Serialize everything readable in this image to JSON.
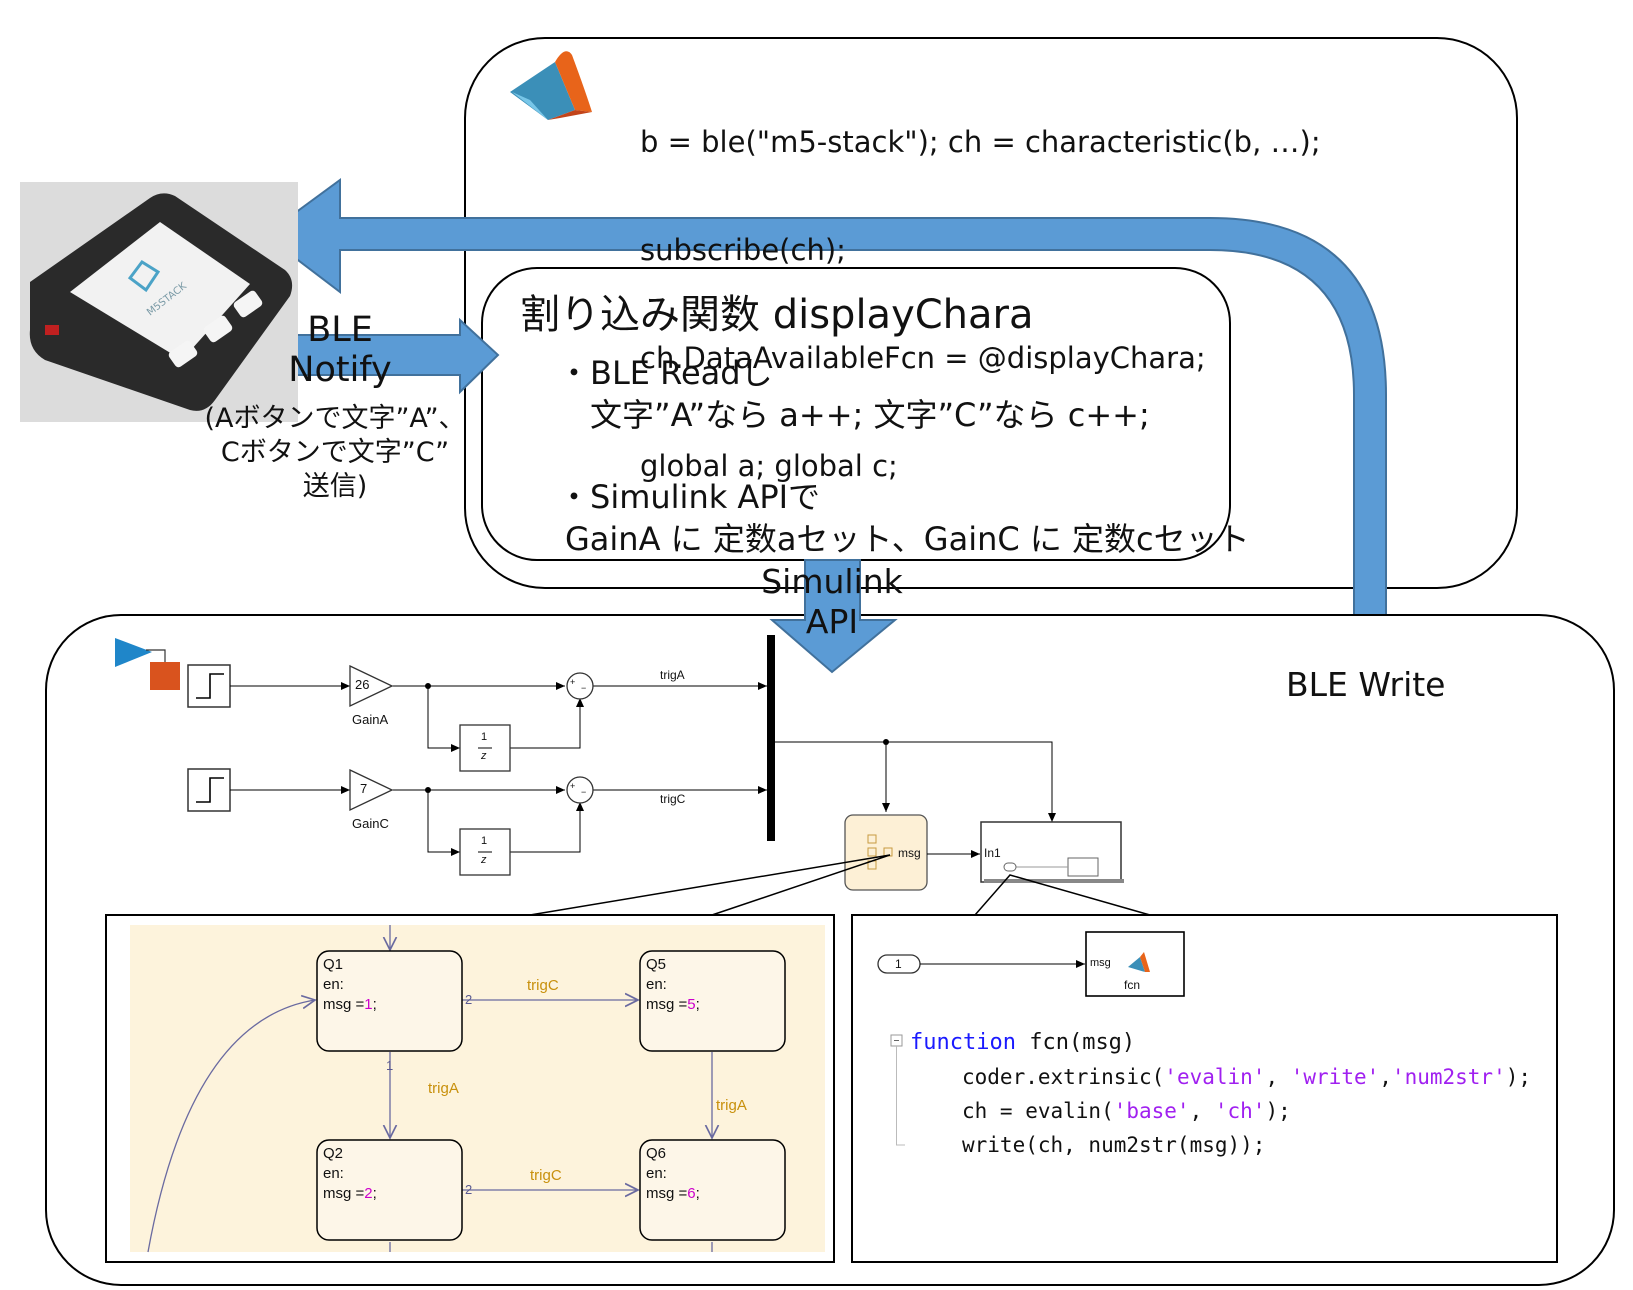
{
  "matlab_code": {
    "lines": [
      "b = ble(\"m5-stack\"); ch = characteristic(b, …);",
      "subscribe(ch);",
      "ch.DataAvailableFcn = @displayChara;",
      "global a; global c;"
    ]
  },
  "interrupt": {
    "title": "割り込み関数 displayChara",
    "bullet1_line1": "・BLE Readし",
    "bullet1_line2": "文字”A”なら a++; 文字”C”なら c++;",
    "bullet2_line1": "・Simulink APIで",
    "bullet2_line2": "GainA に 定数aセット、GainC に 定数cセット"
  },
  "arrows": {
    "ble_notify_line1": "BLE",
    "ble_notify_line2": "Notify",
    "ble_notify_note1": "(Aボタンで文字”A”、",
    "ble_notify_note2": "Cボタンで文字”C”",
    "ble_notify_note3": "送信)",
    "simulink_api_line1": "Simulink",
    "simulink_api_line2": "API",
    "ble_write": "BLE Write"
  },
  "device": {
    "logo_text": "M5STACK"
  },
  "simulink": {
    "gainA_value": "26",
    "gainA_name": "GainA",
    "gainC_value": "7",
    "gainC_name": "GainC",
    "delay_num": "1",
    "delay_den": "z",
    "sum_plus": "+",
    "sum_minus": "−",
    "trigA": "trigA",
    "trigC": "trigC",
    "chart_port": "msg",
    "subsystem_port": "In1"
  },
  "stateflow": {
    "states": [
      {
        "name": "Q1",
        "entry": "en:",
        "action_prefix": "msg =",
        "value": "1",
        "suffix": ";"
      },
      {
        "name": "Q5",
        "entry": "en:",
        "action_prefix": "msg =",
        "value": "5",
        "suffix": ";"
      },
      {
        "name": "Q2",
        "entry": "en:",
        "action_prefix": "msg =",
        "value": "2",
        "suffix": ";"
      },
      {
        "name": "Q6",
        "entry": "en:",
        "action_prefix": "msg =",
        "value": "6",
        "suffix": ";"
      }
    ],
    "transitions": {
      "q1_q5_label": "trigC",
      "q1_q5_order": "2",
      "q1_q2_label": "trigA",
      "q1_q2_order": "1",
      "q5_q6_label": "trigA",
      "q2_q6_label": "trigC",
      "q2_q6_order": "2"
    },
    "colors": {
      "chart_bg": "#fdf3dc",
      "state_fill": "#fdf6e8",
      "label": "#c8900c",
      "value": "#cc00cc"
    }
  },
  "fcn_block": {
    "inport_number": "1",
    "port_label": "msg",
    "block_name": "fcn",
    "code": {
      "line1_kw": "function",
      "line1_rest": " fcn(msg)",
      "line2_pre": "coder.extrinsic(",
      "line2_s1": "'evalin'",
      "line2_sep1": ", ",
      "line2_s2": "'write'",
      "line2_sep2": ",",
      "line2_s3": "'num2str'",
      "line2_end": ");",
      "line3_pre": "ch = evalin(",
      "line3_s1": "'base'",
      "line3_sep": ", ",
      "line3_s2": "'ch'",
      "line3_end": ");",
      "line4": "write(ch, num2str(msg));"
    }
  },
  "colors": {
    "arrow_blue": "#5b9bd5",
    "arrow_stroke": "#41719c"
  }
}
